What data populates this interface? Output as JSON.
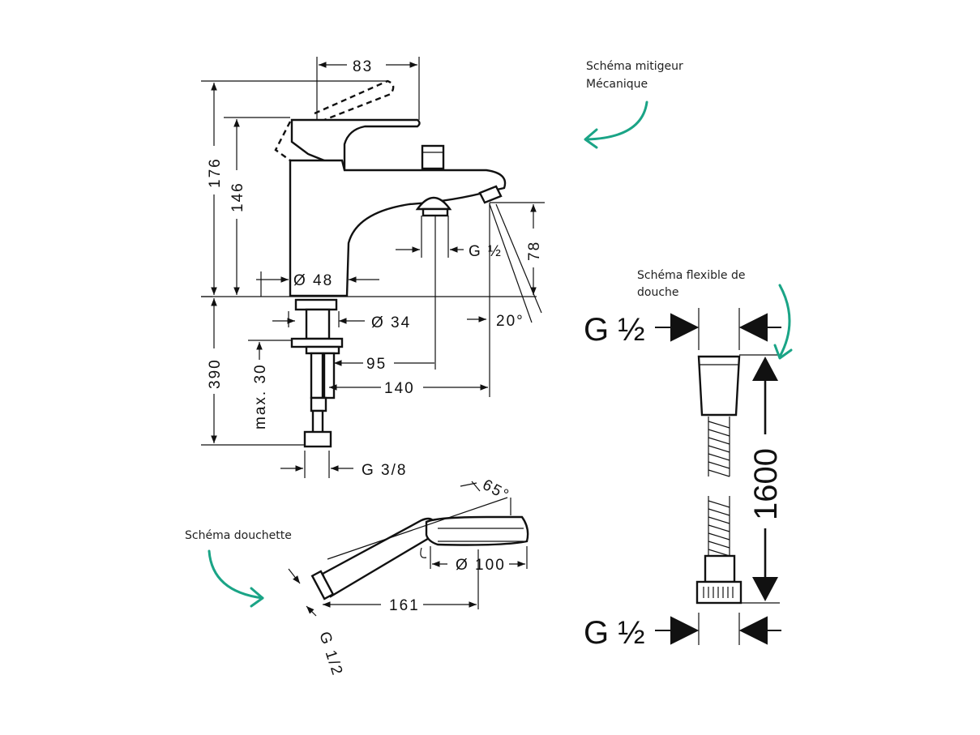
{
  "annotations": {
    "mixer_title_line1": "Schéma mitigeur",
    "mixer_title_line2": "Mécanique",
    "hose_title_line1": "Schéma flexible de",
    "hose_title_line2": "douche",
    "handshower_title": "Schéma douchette"
  },
  "mixer_dimensions": {
    "width_83": "83",
    "height_176": "176",
    "height_146": "146",
    "dia_48": "Ø 48",
    "thread_spout": "G ½",
    "height_78": "78",
    "angle_20": "20°",
    "dia_34": "Ø 34",
    "length_95": "95",
    "length_140": "140",
    "height_390": "390",
    "max_30": "max. 30",
    "thread_supply": "G 3/8"
  },
  "hose_dimensions": {
    "top_thread": "G ½",
    "length_1600": "1600",
    "bottom_thread": "G ½"
  },
  "handshower_dimensions": {
    "angle_65": "65°",
    "dia_100": "Ø 100",
    "length_161": "161",
    "thread": "G 1/2"
  },
  "colors": {
    "line": "#111111",
    "accent_arrow": "#1aa486"
  }
}
